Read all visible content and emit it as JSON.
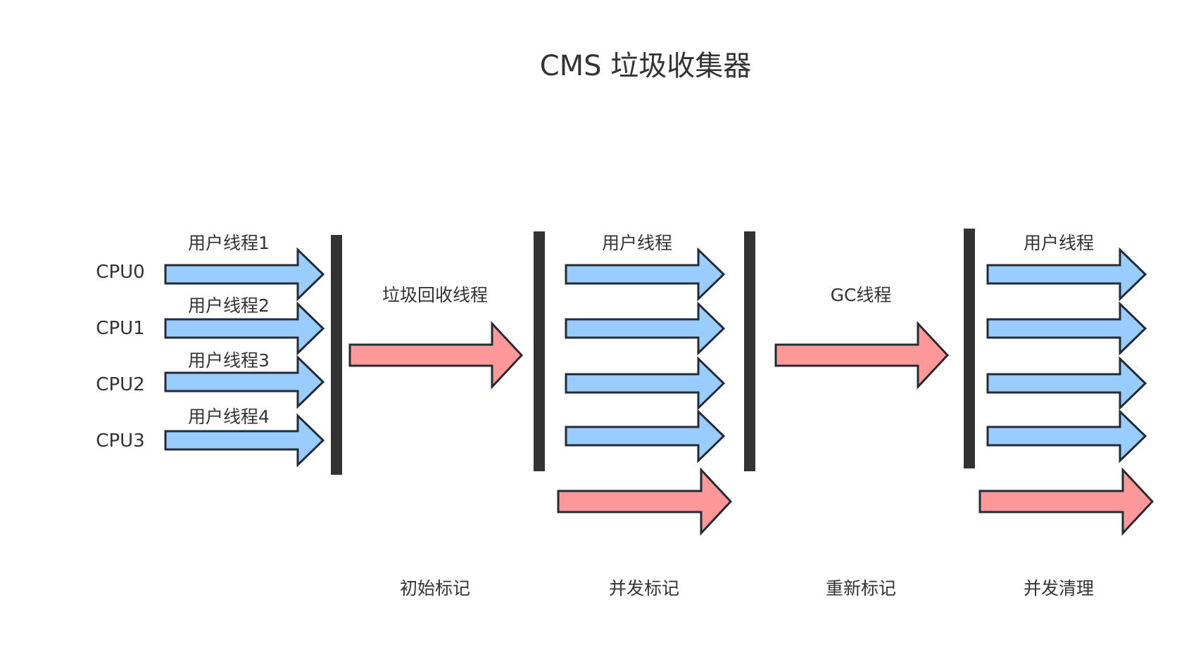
{
  "title": "CMS 垃圾收集器",
  "colors": {
    "user_thread_fill": "#99CCFF",
    "gc_thread_fill": "#FF9999",
    "stroke": "#222B36",
    "barrier": "#333333",
    "text": "#333333"
  },
  "cpus": [
    "CPU0",
    "CPU1",
    "CPU2",
    "CPU3"
  ],
  "initial_threads": [
    "用户线程1",
    "用户线程2",
    "用户线程3",
    "用户线程4"
  ],
  "phases": [
    {
      "name": "初始标记",
      "thread_label": "垃圾回收线程"
    },
    {
      "name": "并发标记",
      "thread_label": "用户线程"
    },
    {
      "name": "重新标记",
      "thread_label": "GC线程"
    },
    {
      "name": "并发清理",
      "thread_label": "用户线程"
    }
  ]
}
